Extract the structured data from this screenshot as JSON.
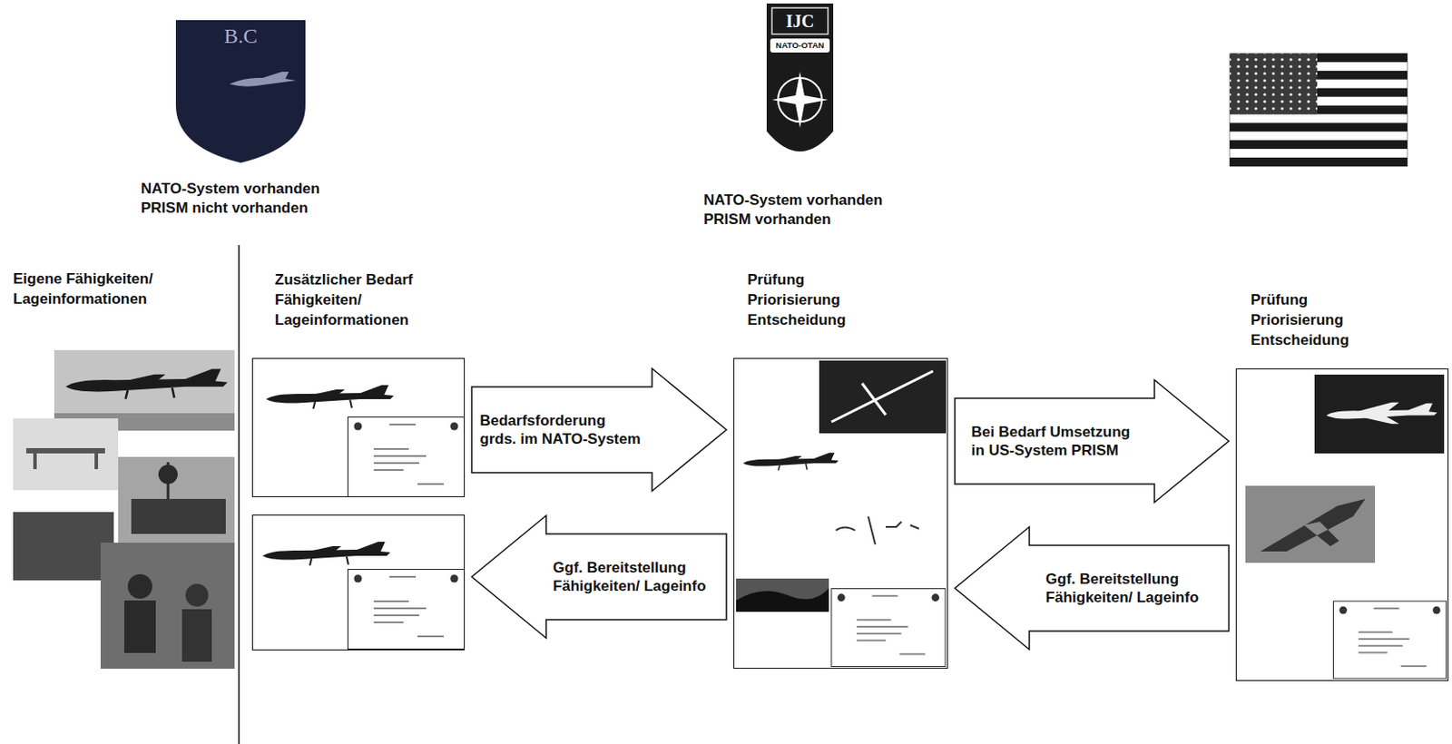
{
  "diagram": {
    "nodes": [
      {
        "text": [
          "Eigene Fähigkeiten/ Lageinformationen"
        ]
      },
      {
        "text": [
          "Zusätzlicher Bedarf Fähigkeiten/ Lageinformationen"
        ]
      },
      {
        "text": []
      },
      {
        "text": [
          "Prüfung Priorisierung Entscheidung"
        ]
      },
      {
        "text": [
          "Prüfung Priorisierung Entscheidung"
        ]
      }
    ],
    "edges": [
      {
        "from": 1,
        "to": 3,
        "arrow": "to",
        "label": "Bedarfsforderung grds. im NATO-System"
      },
      {
        "from": 3,
        "to": 2,
        "arrow": "to",
        "label": "Ggf. Bereitstellung Fähigkeiten/ Lageinfo"
      },
      {
        "from": 3,
        "to": 4,
        "arrow": "to",
        "label": "Bei Bedarf Umsetzung in US-System PRISM"
      },
      {
        "from": 4,
        "to": 3,
        "arrow": "to",
        "label": "Ggf. Bereitstellung Fähigkeiten/ Lageinfo"
      }
    ],
    "labels": [
      "B.C",
      "NATO-System vorhanden PRISM nicht vorhanden",
      "IJC",
      "NATO-OTAN",
      "NATO-System vorhanden PRISM vorhanden"
    ]
  }
}
